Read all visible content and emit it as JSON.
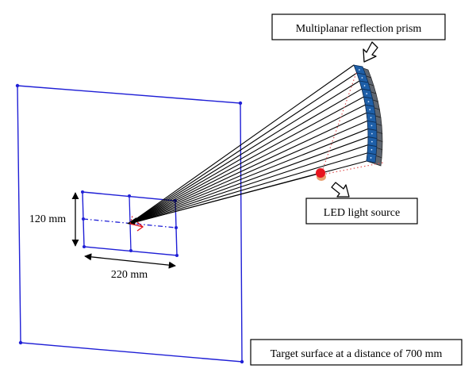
{
  "labels": {
    "prism": "Multiplanar reflection prism",
    "led": "LED light source",
    "target": "Target surface at a distance of 700 mm",
    "height": "120 mm",
    "width": "220 mm"
  },
  "colors": {
    "outline": "#1f1fd6",
    "rays": "#000000",
    "prism_face": "#1e5fa8",
    "prism_side": "#5f6670",
    "led": "#e8141e",
    "led_base": "#e8a070",
    "dotted": "#e05050",
    "arrow_red": "#e0141e"
  },
  "prism_segment_count": 12
}
